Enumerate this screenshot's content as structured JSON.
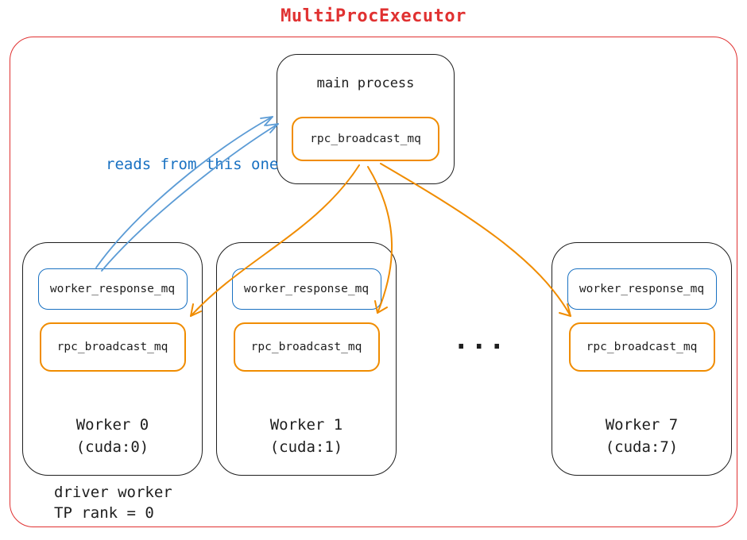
{
  "title": "MultiProcExecutor",
  "main_process": {
    "label": "main process",
    "broadcast_queue": "rpc_broadcast_mq"
  },
  "annotation": "reads from this one",
  "ellipsis": "...",
  "workers": [
    {
      "name": "Worker 0",
      "device": "(cuda:0)",
      "response_queue": "worker_response_mq",
      "broadcast_queue": "rpc_broadcast_mq"
    },
    {
      "name": "Worker 1",
      "device": "(cuda:1)",
      "response_queue": "worker_response_mq",
      "broadcast_queue": "rpc_broadcast_mq"
    },
    {
      "name": "Worker 7",
      "device": "(cuda:7)",
      "response_queue": "worker_response_mq",
      "broadcast_queue": "rpc_broadcast_mq"
    }
  ],
  "driver_note": {
    "line1": "driver worker",
    "line2": "TP rank = 0"
  },
  "colors": {
    "red": "#e03131",
    "orange": "#f08c00",
    "blue": "#1971c2",
    "lightblue": "#5b9bd5",
    "black": "#1e1e1e"
  }
}
